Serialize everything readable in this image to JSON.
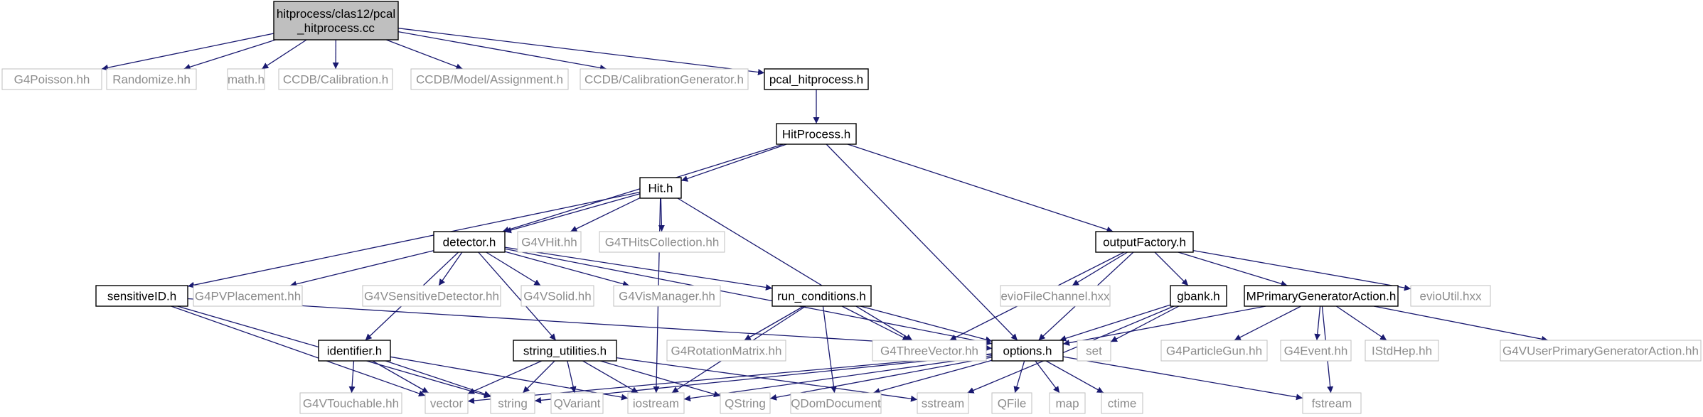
{
  "colors": {
    "edge": "#191970",
    "root_fill": "#bfbfbf",
    "node_border": "#000000",
    "external_border": "#bfbfbf",
    "external_text": "#8c8c8c"
  },
  "nodes": [
    {
      "id": "root",
      "label": "hitprocess/clas12/pcal\n_hitprocess.cc",
      "kind": "root"
    },
    {
      "id": "g4poisson",
      "label": "G4Poisson.hh",
      "kind": "external"
    },
    {
      "id": "randomize",
      "label": "Randomize.hh",
      "kind": "external"
    },
    {
      "id": "math",
      "label": "math.h",
      "kind": "external"
    },
    {
      "id": "ccdbcal",
      "label": "CCDB/Calibration.h",
      "kind": "external"
    },
    {
      "id": "ccdbassign",
      "label": "CCDB/Model/Assignment.h",
      "kind": "external"
    },
    {
      "id": "ccdbgen",
      "label": "CCDB/CalibrationGenerator.h",
      "kind": "external"
    },
    {
      "id": "pcalh",
      "label": "pcal_hitprocess.h",
      "kind": "local"
    },
    {
      "id": "hitprocess",
      "label": "HitProcess.h",
      "kind": "local"
    },
    {
      "id": "hit",
      "label": "Hit.h",
      "kind": "local"
    },
    {
      "id": "detector",
      "label": "detector.h",
      "kind": "local"
    },
    {
      "id": "g4vhit",
      "label": "G4VHit.hh",
      "kind": "external"
    },
    {
      "id": "g4thits",
      "label": "G4THitsCollection.hh",
      "kind": "external"
    },
    {
      "id": "outputfactory",
      "label": "outputFactory.h",
      "kind": "local"
    },
    {
      "id": "sensitiveid",
      "label": "sensitiveID.h",
      "kind": "local"
    },
    {
      "id": "g4pvplacement",
      "label": "G4PVPlacement.hh",
      "kind": "external"
    },
    {
      "id": "g4vsensdet",
      "label": "G4VSensitiveDetector.hh",
      "kind": "external"
    },
    {
      "id": "g4vsolid",
      "label": "G4VSolid.hh",
      "kind": "external"
    },
    {
      "id": "g4vismanager",
      "label": "G4VisManager.hh",
      "kind": "external"
    },
    {
      "id": "runconditions",
      "label": "run_conditions.h",
      "kind": "local"
    },
    {
      "id": "eviofilechannel",
      "label": "evioFileChannel.hxx",
      "kind": "external"
    },
    {
      "id": "gbank",
      "label": "gbank.h",
      "kind": "local"
    },
    {
      "id": "mprimary",
      "label": "MPrimaryGeneratorAction.h",
      "kind": "local"
    },
    {
      "id": "evioutil",
      "label": "evioUtil.hxx",
      "kind": "external"
    },
    {
      "id": "g4rotation",
      "label": "G4RotationMatrix.hh",
      "kind": "external"
    },
    {
      "id": "g4threevector",
      "label": "G4ThreeVector.hh",
      "kind": "external"
    },
    {
      "id": "options",
      "label": "options.h",
      "kind": "local"
    },
    {
      "id": "set",
      "label": "set",
      "kind": "external"
    },
    {
      "id": "g4particlegun",
      "label": "G4ParticleGun.hh",
      "kind": "external"
    },
    {
      "id": "g4event",
      "label": "G4Event.hh",
      "kind": "external"
    },
    {
      "id": "istdhep",
      "label": "IStdHep.hh",
      "kind": "external"
    },
    {
      "id": "g4vuserprimary",
      "label": "G4VUserPrimaryGeneratorAction.hh",
      "kind": "external"
    },
    {
      "id": "identifier",
      "label": "identifier.h",
      "kind": "local"
    },
    {
      "id": "stringutilities",
      "label": "string_utilities.h",
      "kind": "local"
    },
    {
      "id": "g4vtouchable",
      "label": "G4VTouchable.hh",
      "kind": "external"
    },
    {
      "id": "vector",
      "label": "vector",
      "kind": "external"
    },
    {
      "id": "string",
      "label": "string",
      "kind": "external"
    },
    {
      "id": "qvariant",
      "label": "QVariant",
      "kind": "external"
    },
    {
      "id": "iostream",
      "label": "iostream",
      "kind": "external"
    },
    {
      "id": "qstring",
      "label": "QString",
      "kind": "external"
    },
    {
      "id": "qdomdocument",
      "label": "QDomDocument",
      "kind": "external"
    },
    {
      "id": "sstream",
      "label": "sstream",
      "kind": "external"
    },
    {
      "id": "qfile",
      "label": "QFile",
      "kind": "external"
    },
    {
      "id": "map",
      "label": "map",
      "kind": "external"
    },
    {
      "id": "ctime",
      "label": "ctime",
      "kind": "external"
    },
    {
      "id": "fstream",
      "label": "fstream",
      "kind": "external"
    }
  ],
  "edges": [
    [
      "root",
      "g4poisson"
    ],
    [
      "root",
      "randomize"
    ],
    [
      "root",
      "math"
    ],
    [
      "root",
      "ccdbcal"
    ],
    [
      "root",
      "ccdbassign"
    ],
    [
      "root",
      "ccdbgen"
    ],
    [
      "root",
      "pcalh"
    ],
    [
      "pcalh",
      "hitprocess"
    ],
    [
      "hitprocess",
      "hit"
    ],
    [
      "hitprocess",
      "detector"
    ],
    [
      "hitprocess",
      "outputfactory"
    ],
    [
      "hitprocess",
      "options"
    ],
    [
      "hit",
      "detector"
    ],
    [
      "hit",
      "g4vhit"
    ],
    [
      "hit",
      "g4thits"
    ],
    [
      "hit",
      "sensitiveid"
    ],
    [
      "hit",
      "g4threevector"
    ],
    [
      "hit",
      "iostream"
    ],
    [
      "detector",
      "g4pvplacement"
    ],
    [
      "detector",
      "g4vsensdet"
    ],
    [
      "detector",
      "g4vsolid"
    ],
    [
      "detector",
      "g4vismanager"
    ],
    [
      "detector",
      "runconditions"
    ],
    [
      "detector",
      "identifier"
    ],
    [
      "detector",
      "stringutilities"
    ],
    [
      "detector",
      "options"
    ],
    [
      "outputfactory",
      "eviofilechannel"
    ],
    [
      "outputfactory",
      "gbank"
    ],
    [
      "outputfactory",
      "mprimary"
    ],
    [
      "outputfactory",
      "evioutil"
    ],
    [
      "outputfactory",
      "g4threevector"
    ],
    [
      "outputfactory",
      "options"
    ],
    [
      "sensitiveid",
      "options"
    ],
    [
      "sensitiveid",
      "vector"
    ],
    [
      "sensitiveid",
      "string"
    ],
    [
      "runconditions",
      "g4rotation"
    ],
    [
      "runconditions",
      "g4threevector"
    ],
    [
      "runconditions",
      "options"
    ],
    [
      "runconditions",
      "iostream"
    ],
    [
      "runconditions",
      "qdomdocument"
    ],
    [
      "gbank",
      "options"
    ],
    [
      "gbank",
      "set"
    ],
    [
      "gbank",
      "sstream"
    ],
    [
      "mprimary",
      "options"
    ],
    [
      "mprimary",
      "g4particlegun"
    ],
    [
      "mprimary",
      "g4event"
    ],
    [
      "mprimary",
      "istdhep"
    ],
    [
      "mprimary",
      "g4vuserprimary"
    ],
    [
      "mprimary",
      "fstream"
    ],
    [
      "options",
      "vector"
    ],
    [
      "options",
      "string"
    ],
    [
      "options",
      "iostream"
    ],
    [
      "options",
      "qstring"
    ],
    [
      "options",
      "qdomdocument"
    ],
    [
      "options",
      "qfile"
    ],
    [
      "options",
      "map"
    ],
    [
      "options",
      "ctime"
    ],
    [
      "options",
      "fstream"
    ],
    [
      "identifier",
      "g4vtouchable"
    ],
    [
      "identifier",
      "vector"
    ],
    [
      "identifier",
      "string"
    ],
    [
      "identifier",
      "iostream"
    ],
    [
      "stringutilities",
      "vector"
    ],
    [
      "stringutilities",
      "string"
    ],
    [
      "stringutilities",
      "qvariant"
    ],
    [
      "stringutilities",
      "iostream"
    ],
    [
      "stringutilities",
      "qstring"
    ],
    [
      "stringutilities",
      "sstream"
    ]
  ]
}
